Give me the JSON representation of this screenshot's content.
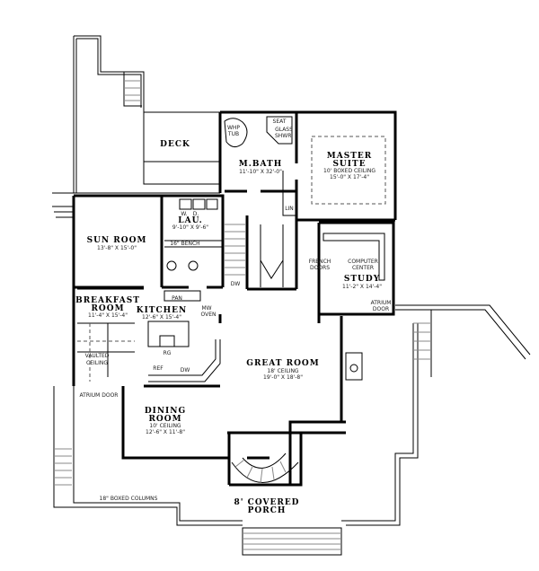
{
  "rooms": {
    "deck": {
      "name": "DECK"
    },
    "master_suite": {
      "name1": "MASTER",
      "name2": "SUITE",
      "ceiling": "10' BOXED CEILING",
      "dims": "15'-0\" X 17'-4\""
    },
    "m_bath": {
      "name": "M.BATH",
      "dims": "11'-10\" X 32'-0\""
    },
    "whp_tub": {
      "l1": "WHP",
      "l2": "TUB"
    },
    "seat": "SEAT",
    "glass_shwr": {
      "l1": "GLASS",
      "l2": "SHWR."
    },
    "lin": "LIN",
    "sun_room": {
      "name": "SUN ROOM",
      "dims": "13'-8\" X 15'-0\""
    },
    "lau": {
      "name": "LAU.",
      "dims": "9'-10\" X 9'-6\"",
      "w": "W.",
      "d": "D."
    },
    "bench": "16\" BENCH",
    "dw_stair": "DW",
    "study": {
      "name": "STUDY",
      "dims": "11'-2\" X 14'-4\""
    },
    "french_doors": {
      "l1": "FRENCH",
      "l2": "DOORS"
    },
    "computer_center": {
      "l1": "COMPUTER",
      "l2": "CENTER"
    },
    "atrium_door_study": {
      "l1": "ATRIUM",
      "l2": "DOOR"
    },
    "breakfast_room": {
      "name1": "BREAKFAST",
      "name2": "ROOM",
      "dims": "11'-4\" X 15'-4\""
    },
    "vaulted": {
      "l1": "VAULTED",
      "l2": "CEILING"
    },
    "kitchen": {
      "name": "KITCHEN",
      "dims": "12'-6\" X 15'-4\"",
      "pan": "PAN",
      "mw": "MW",
      "oven": "OVEN",
      "rg": "RG",
      "ref": "REF",
      "dw": "DW"
    },
    "great_room": {
      "name": "GREAT ROOM",
      "ceiling": "18' CEILING",
      "dims": "19'-0\" X 18'-8\""
    },
    "atrium_door_left": "ATRIUM DOOR",
    "dining_room": {
      "name1": "DINING",
      "name2": "ROOM",
      "ceiling": "10' CEILING",
      "dims": "12'-6\" X 11'-8\""
    },
    "columns": "18\" BOXED COLUMNS",
    "porch": {
      "name1": "8' COVERED",
      "name2": "PORCH"
    }
  }
}
